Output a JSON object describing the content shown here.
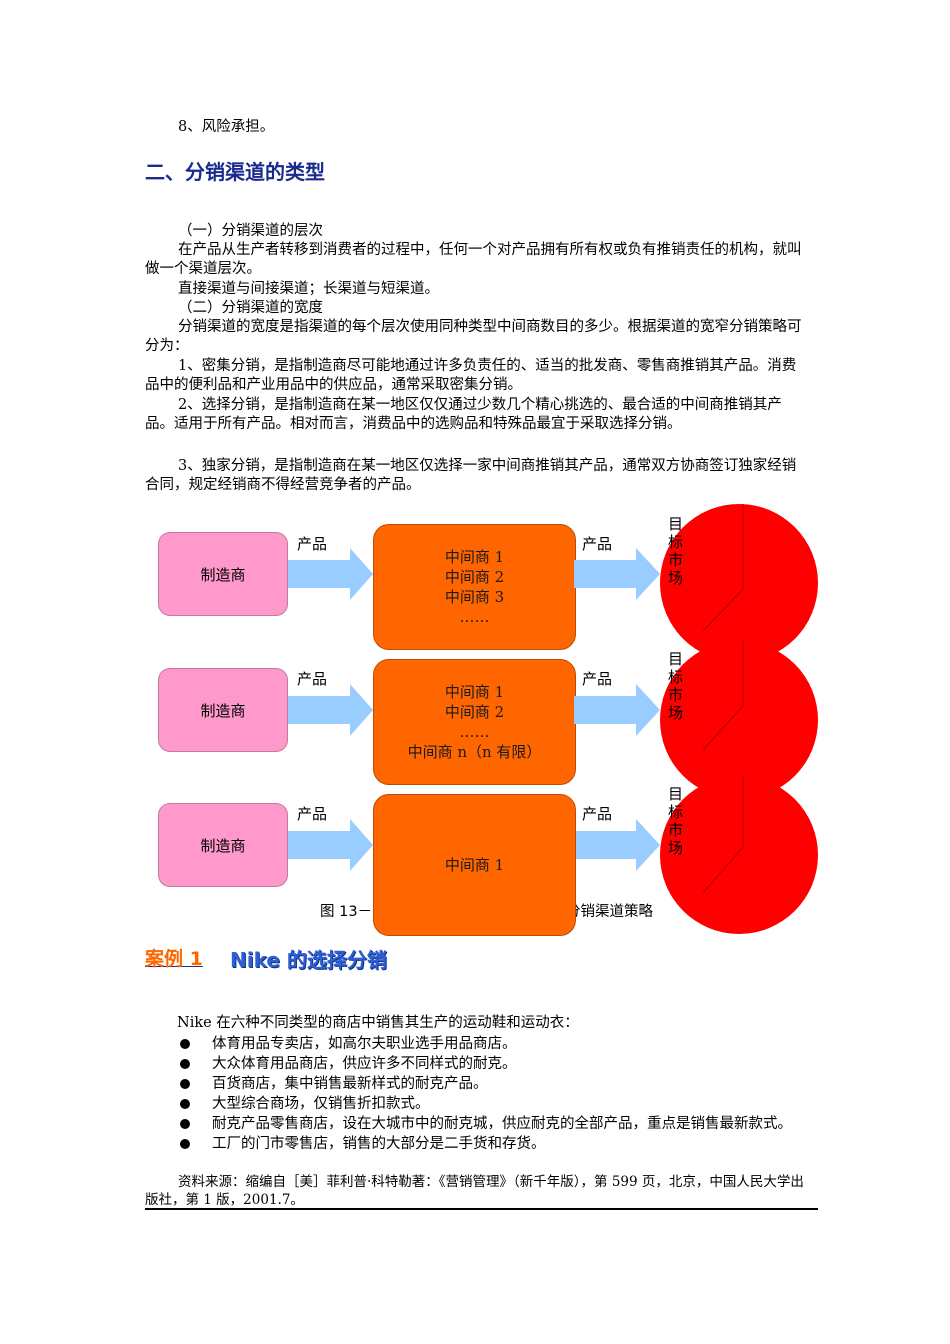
{
  "intro_item": "8、风险承担。",
  "section_title": "二、分销渠道的类型",
  "paragraphs": {
    "p1": "（一）分销渠道的层次",
    "p2": "在产品从生产者转移到消费者的过程中，任何一个对产品拥有所有权或负有推销责任的机构，就叫做一个渠道层次。",
    "p3": "直接渠道与间接渠道；长渠道与短渠道。",
    "p4": "（二）分销渠道的宽度",
    "p5": "分销渠道的宽度是指渠道的每个层次使用同种类型中间商数目的多少。根据渠道的宽窄分销策略可分为：",
    "p6": "1、密集分销，是指制造商尽可能地通过许多负责任的、适当的批发商、零售商推销其产品。消费品中的便利品和产业用品中的供应品，通常采取密集分销。",
    "p7": "2、选择分销，是指制造商在某一地区仅仅通过少数几个精心挑选的、最合适的中间商推销其产品。适用于所有产品。相对而言，消费品中的选购品和特殊品最宜于采取选择分销。",
    "p8": "3、独家分销，是指制造商在某一地区仅选择一家中间商推销其产品，通常双方协商签订独家经销合同，规定经销商不得经营竞争者的产品。"
  },
  "diagram": {
    "manufacturer": "制造商",
    "arrow_label": "产品",
    "target_market_chars": [
      "目",
      "标",
      "市",
      "场"
    ],
    "rows": [
      {
        "middlemen": [
          "中间商 1",
          "中间商 2",
          "中间商 3",
          "……"
        ]
      },
      {
        "middlemen": [
          "中间商 1",
          "中间商 2",
          "……",
          "中间商 n（n 有限）"
        ]
      },
      {
        "middlemen": [
          "中间商 1"
        ]
      }
    ],
    "caption_left": "图 13－",
    "caption_right": "分销渠道策略",
    "colors": {
      "manufacturer": "#ff99cc",
      "middlemen": "#ff6600",
      "arrow": "#99ccff",
      "market": "#ff0000"
    }
  },
  "case": {
    "label": "案例 1",
    "title": "Nike 的选择分销",
    "intro": "Nike 在六种不同类型的商店中销售其生产的运动鞋和运动衣：",
    "items": [
      "体育用品专卖店，如高尔夫职业选手用品商店。",
      "大众体育用品商店，供应许多不同样式的耐克。",
      "百货商店，集中销售最新样式的耐克产品。",
      "大型综合商场，仅销售折扣款式。",
      "耐克产品零售商店，设在大城市中的耐克城，供应耐克的全部产品，重点是销售最新款式。",
      "工厂的门市零售店，销售的大部分是二手货和存货。"
    ],
    "source": "资料来源：缩编自［美］菲利普·科特勒著：《营销管理》（新千年版），第 599 页，北京，中国人民大学出版社，第 1 版，2001.7。"
  }
}
